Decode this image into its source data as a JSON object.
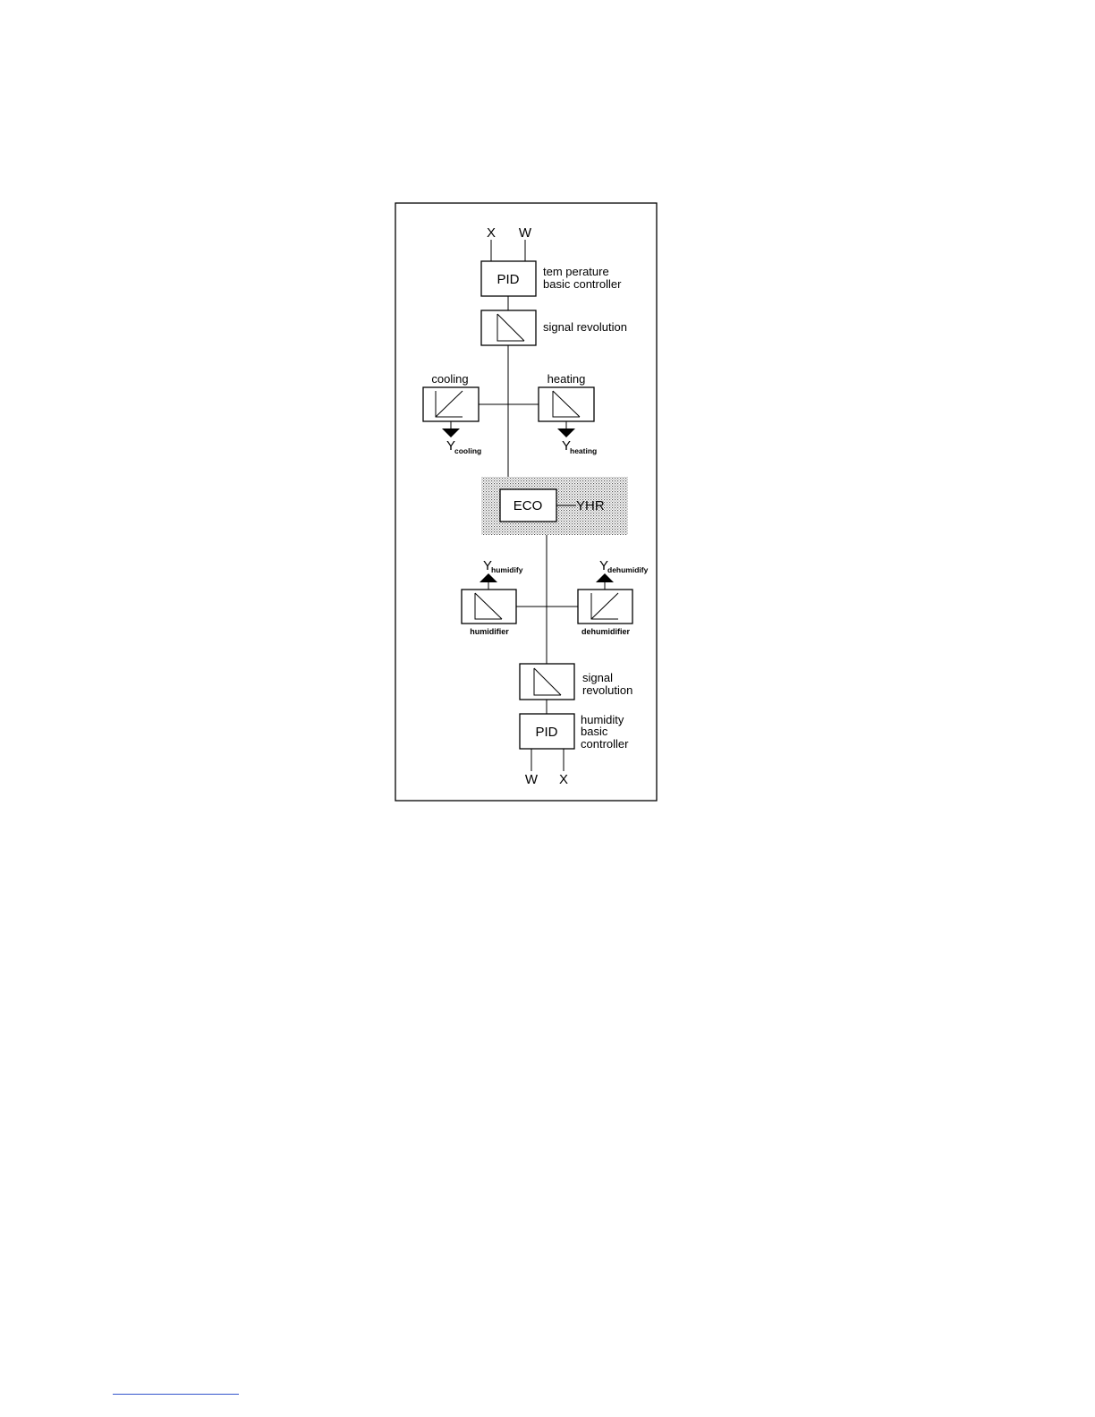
{
  "diagram": {
    "top_inputs": {
      "left": "X",
      "right": "W"
    },
    "temp_pid": {
      "box": "PID",
      "caption_line1": "tem perature",
      "caption_line2": "basic controller"
    },
    "temp_signal_revolution": {
      "caption": "signal revolution"
    },
    "cooling": {
      "title": "cooling",
      "output_symbol": "Y",
      "output_sub": "cooling"
    },
    "heating": {
      "title": "heating",
      "output_symbol": "Y",
      "output_sub": "heating"
    },
    "eco": {
      "box": "ECO",
      "output": "YHR"
    },
    "humidifier": {
      "caption": "humidifier",
      "output_symbol": "Y",
      "output_sub": "humidify"
    },
    "dehumidifier": {
      "caption": "dehumidifier",
      "output_symbol": "Y",
      "output_sub": "dehumidify"
    },
    "hum_signal_revolution": {
      "caption_line1": "signal",
      "caption_line2": "revolution"
    },
    "hum_pid": {
      "box": "PID",
      "caption_line1": "humidity",
      "caption_line2": "basic",
      "caption_line3": "controller"
    },
    "bottom_inputs": {
      "left": "W",
      "right": "X"
    }
  }
}
